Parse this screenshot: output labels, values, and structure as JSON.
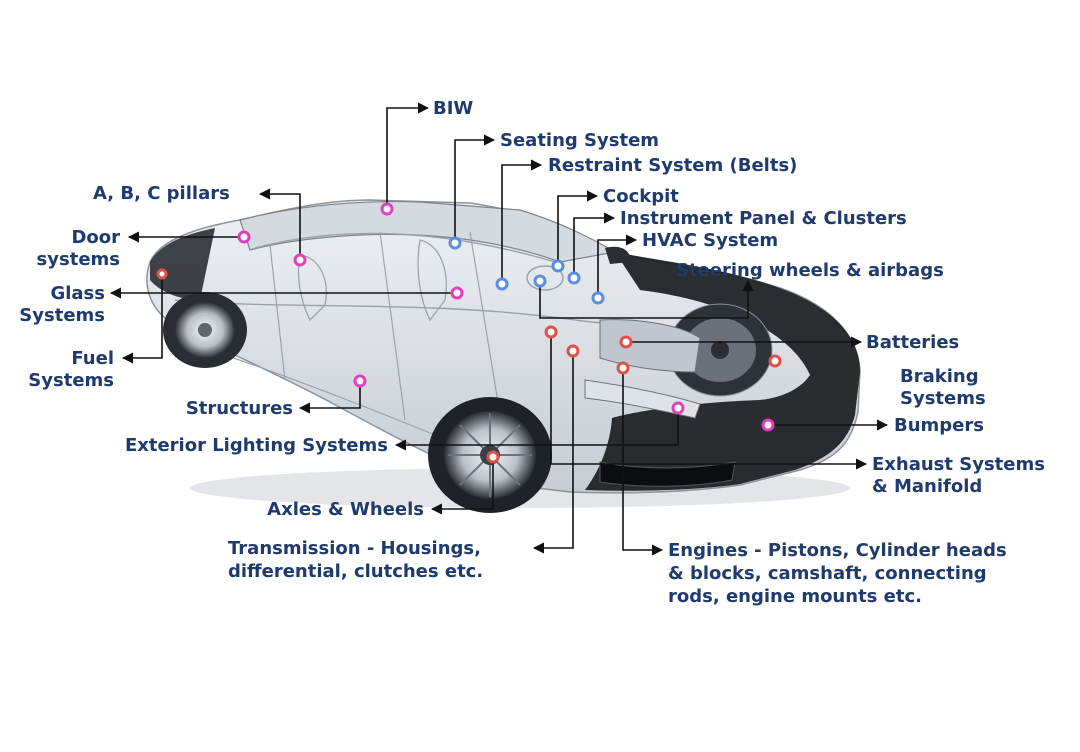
{
  "colors": {
    "label": "#1f3a6d",
    "leader": "#111111",
    "pink_marker": "#e040c0",
    "blue_marker": "#5a8fe0",
    "red_marker": "#e0504a",
    "car_dark": "#1b1d21"
  },
  "labels": {
    "biw": "BIW",
    "seating": "Seating System",
    "restraint": "Restraint System (Belts)",
    "pillars": "A, B, C pillars",
    "cockpit": "Cockpit",
    "instrument": "Instrument Panel & Clusters",
    "door_1": "Door",
    "door_2": "systems",
    "hvac": "HVAC System",
    "steering": "Steering wheels & airbags",
    "glass_1": "Glass",
    "glass_2": "Systems",
    "fuel_1": "Fuel",
    "fuel_2": "Systems",
    "batteries": "Batteries",
    "braking_1": "Braking",
    "braking_2": "Systems",
    "structures": "Structures",
    "bumpers": "Bumpers",
    "lighting": "Exterior Lighting Systems",
    "exhaust_1": "Exhaust Systems",
    "exhaust_2": "& Manifold",
    "axles": "Axles & Wheels",
    "transmission_1": "Transmission - Housings,",
    "transmission_2": "differential, clutches etc.",
    "engines_1": "Engines - Pistons, Cylinder heads",
    "engines_2": "& blocks, camshaft, connecting",
    "engines_3": "rods, engine mounts etc."
  }
}
